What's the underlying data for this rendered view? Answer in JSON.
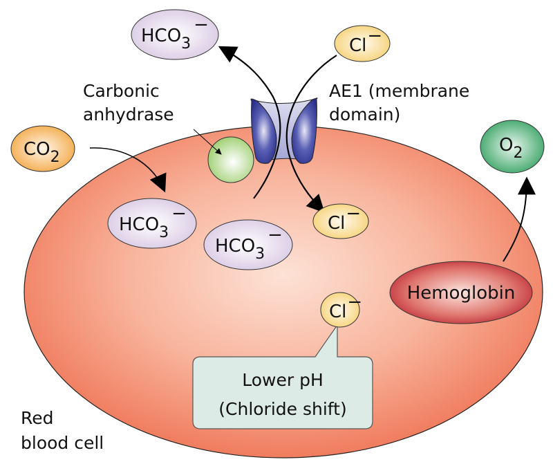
{
  "diagram": {
    "title": "Chloride shift in a red blood cell",
    "colors": {
      "cell": "#f08466",
      "cell_center": "#fde0d4",
      "bicarbonate": "#ddd0e6",
      "chloride": "#f8d98a",
      "co2": "#f6b65a",
      "o2": "#3fae6d",
      "hemoglobin": "#c0303a",
      "carbonic_anhydrase": "#a9d57e",
      "transporter": "#343a96",
      "callout_fill": "#ddeae6"
    },
    "labels": {
      "carbonic_anhydrase": [
        "Carbonic",
        "anhydrase"
      ],
      "ae1": [
        "AE1 (membrane",
        "domain)"
      ],
      "cell": [
        "Red",
        "blood cell"
      ],
      "callout": [
        "Lower pH",
        "(Chloride shift)"
      ]
    },
    "molecules": {
      "hco3_outside": {
        "base": "HCO",
        "sub": "3",
        "sup": "−"
      },
      "cl_outside": {
        "base": "Cl",
        "sup": "−"
      },
      "co2": {
        "base": "CO",
        "sub": "2"
      },
      "o2": {
        "base": "O",
        "sub": "2"
      },
      "hco3_inside_1": {
        "base": "HCO",
        "sub": "3",
        "sup": "−"
      },
      "hco3_inside_2": {
        "base": "HCO",
        "sub": "3",
        "sup": "−"
      },
      "cl_inside_1": {
        "base": "Cl",
        "sup": "−"
      },
      "cl_inside_2": {
        "base": "Cl",
        "sup": "−"
      },
      "hemoglobin": {
        "base": "Hemoglobin"
      }
    },
    "arrows": [
      {
        "from": "co2",
        "to": "hco3_inside_1"
      },
      {
        "from": "hco3_inside_2",
        "to": "hco3_outside",
        "via": "AE1"
      },
      {
        "from": "cl_outside",
        "to": "cl_inside_1",
        "via": "AE1"
      },
      {
        "from": "hemoglobin",
        "to": "o2"
      },
      {
        "from": "carbonic_anhydrase_label",
        "to": "carbonic_anhydrase"
      }
    ]
  }
}
